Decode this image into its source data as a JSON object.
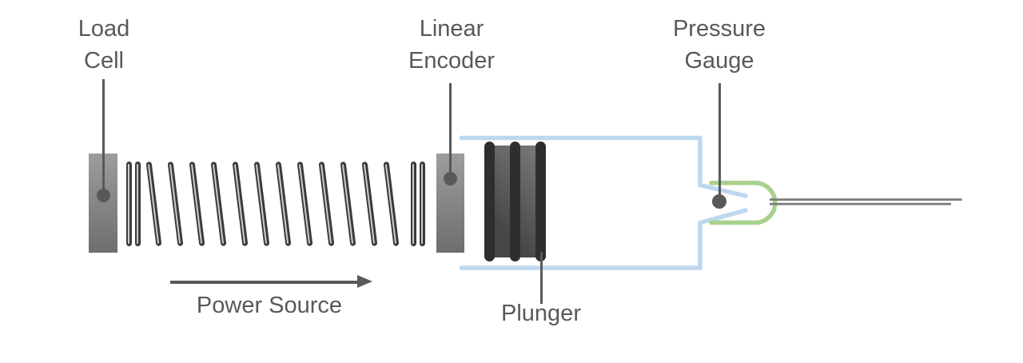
{
  "diagram": {
    "labels": {
      "load_cell_line1": "Load",
      "load_cell_line2": "Cell",
      "linear_encoder_line1": "Linear",
      "linear_encoder_line2": "Encoder",
      "pressure_gauge_line1": "Pressure",
      "pressure_gauge_line2": "Gauge",
      "power_source": "Power Source",
      "plunger": "Plunger"
    },
    "colors": {
      "label_text": "#595959",
      "leader_line": "#595959",
      "arrow_gray": "#595959",
      "barrel_blue": "#bdd7ee",
      "nozzle_green": "#a9d18e",
      "needle_gray": "#7a7a7a",
      "component_gray_top": "#9d9d9d",
      "component_gray_bottom": "#6e6e6e",
      "plunger_dark": "#2e2e2e",
      "plunger_body_light": "#7d7d7d",
      "plunger_body_dark": "#474747",
      "spring_coil_dark": "#3b3b3b",
      "spring_coil_stripe": "#cccccc"
    },
    "spring": {
      "left_straight_coils": 2,
      "slanted_coils": 12,
      "right_straight_coils": 2
    }
  }
}
